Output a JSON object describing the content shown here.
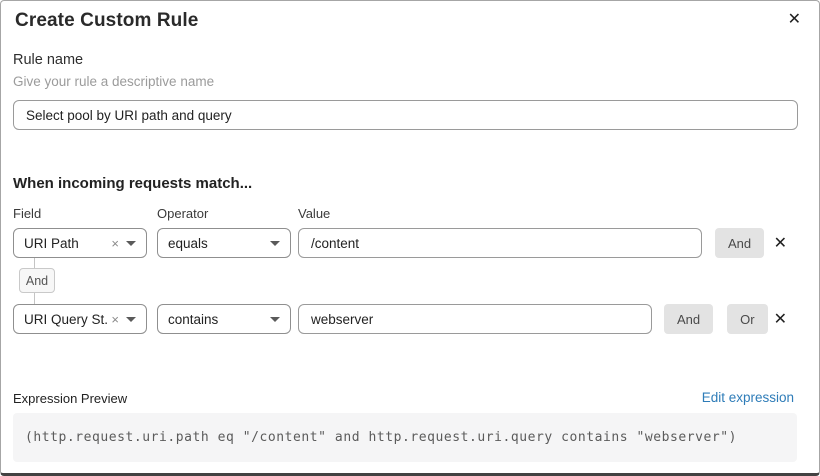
{
  "dialog": {
    "title": "Create Custom Rule"
  },
  "icons": {
    "close": "✕",
    "clear": "×",
    "delete": "✕"
  },
  "rule_name": {
    "label": "Rule name",
    "helper": "Give your rule a descriptive name",
    "value": "Select pool by URI path and query"
  },
  "match": {
    "heading": "When incoming requests match...",
    "columns": {
      "field": "Field",
      "operator": "Operator",
      "value": "Value"
    },
    "connector_label": "And",
    "rows": [
      {
        "field": "URI Path",
        "operator": "equals",
        "value": "/content",
        "buttons": [
          "And"
        ]
      },
      {
        "field": "URI Query St...",
        "operator": "contains",
        "value": "webserver",
        "buttons": [
          "And",
          "Or"
        ]
      }
    ]
  },
  "expression": {
    "label": "Expression Preview",
    "edit_link": "Edit expression",
    "code": "(http.request.uri.path eq \"/content\" and http.request.uri.query contains \"webserver\")"
  },
  "colors": {
    "link_blue": "#2e7cb8",
    "control_border": "#8f8f8f",
    "combinator_bg": "#e3e3e3",
    "code_bg": "#f5f5f6"
  }
}
